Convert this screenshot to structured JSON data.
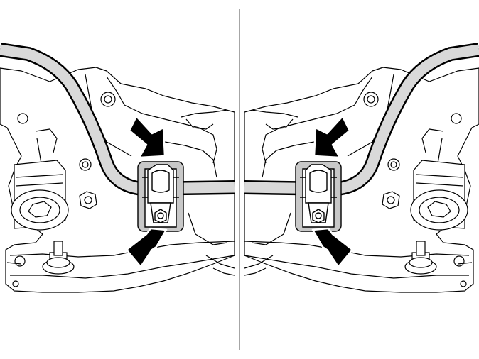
{
  "figure": {
    "panels": [
      {
        "side": "left",
        "arrows": 2,
        "highlighted_part": "stabilizer-bar-bracket"
      },
      {
        "side": "right",
        "arrows": 2,
        "highlighted_part": "stabilizer-bar-bracket"
      }
    ],
    "colors": {
      "line": "#000000",
      "background": "#ffffff",
      "bar_fill": "#d9d9d9",
      "bracket_highlight": "#c8c8c8",
      "arrow": "#000000",
      "divider": "#888888"
    }
  }
}
